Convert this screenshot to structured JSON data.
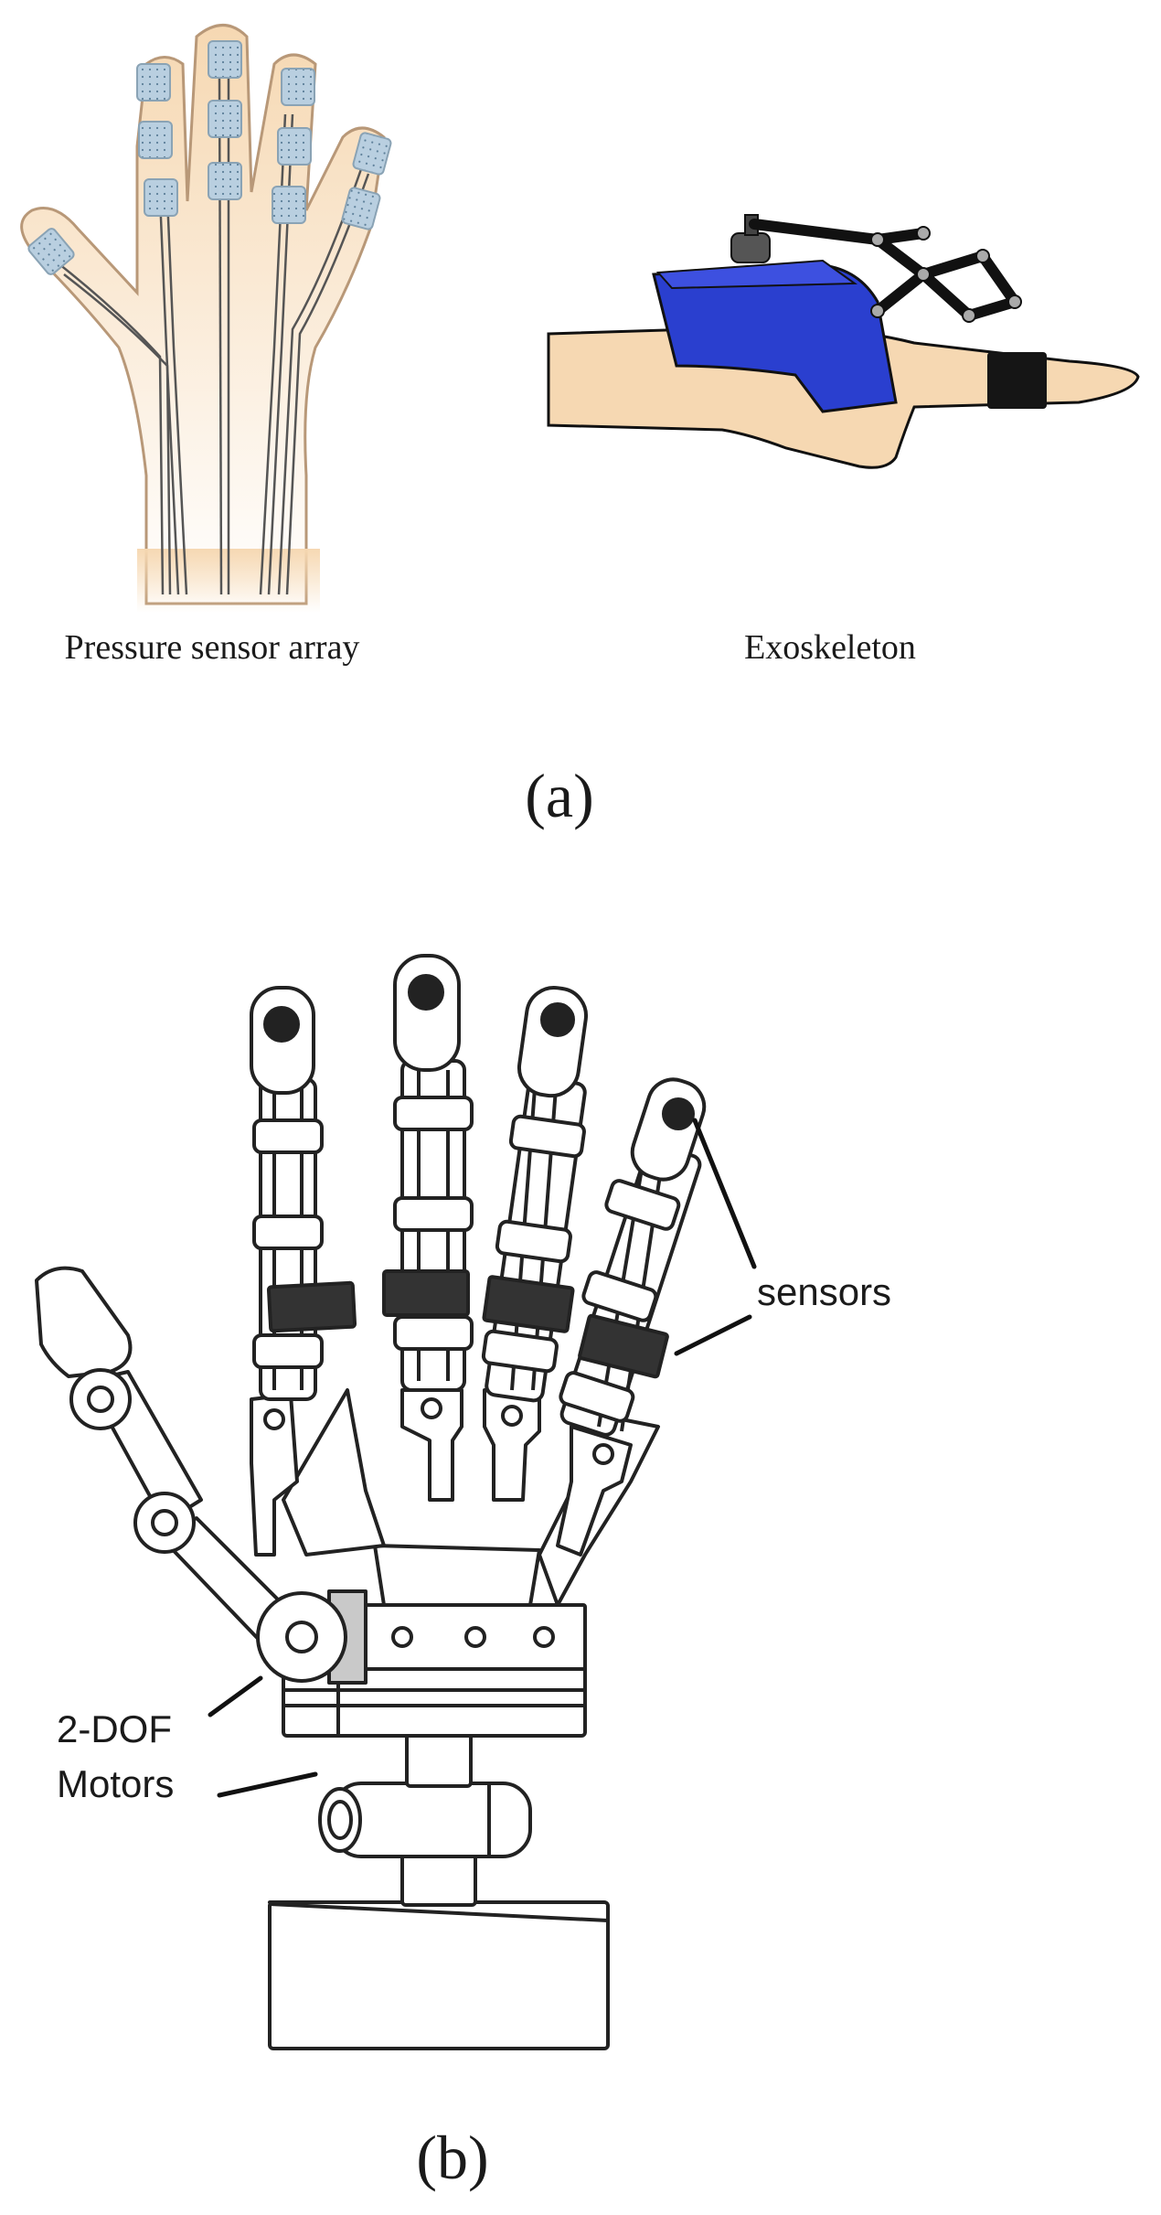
{
  "panel_a": {
    "left_caption": "Pressure sensor array",
    "right_caption": "Exoskeleton",
    "label": "(a)"
  },
  "panel_b": {
    "sensors_label": "sensors",
    "motors_label_line1": "2-DOF",
    "motors_label_line2": "Motors",
    "label": "(b)"
  },
  "colors": {
    "skin": "#f6d8b2",
    "skin_outline": "#b89878",
    "sensor_pad": "#b9cfe0",
    "glove_blue": "#2a3fcf",
    "exo_black": "#151515",
    "line": "#222222"
  }
}
